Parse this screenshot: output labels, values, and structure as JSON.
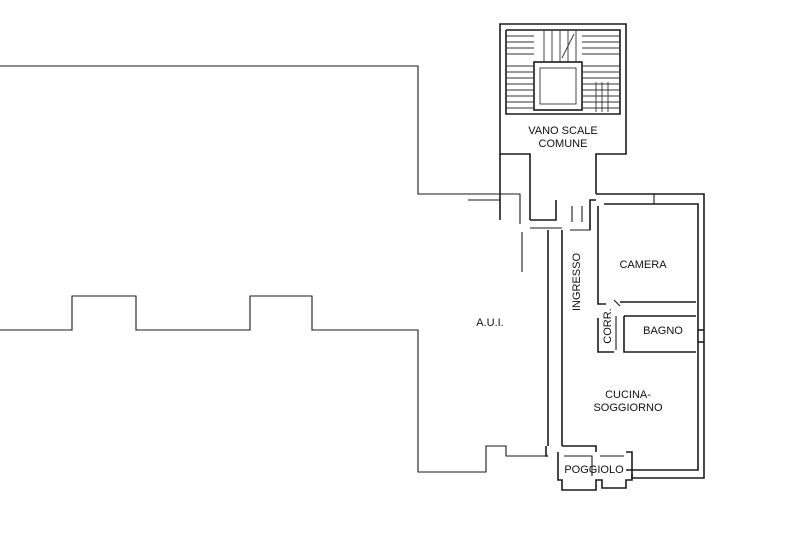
{
  "labels": {
    "stair_line1": "VANO SCALE",
    "stair_line2": "COMUNE",
    "camera": "CAMERA",
    "bagno": "BAGNO",
    "corr": "CORR.",
    "ingresso": "INGRESSO",
    "aui": "A.U.I.",
    "cucina_line1": "CUCINA-",
    "cucina_line2": "SOGGIORNO",
    "poggiolo": "POGGIOLO"
  },
  "colors": {
    "line": "#1a1a1a",
    "background": "#ffffff"
  }
}
